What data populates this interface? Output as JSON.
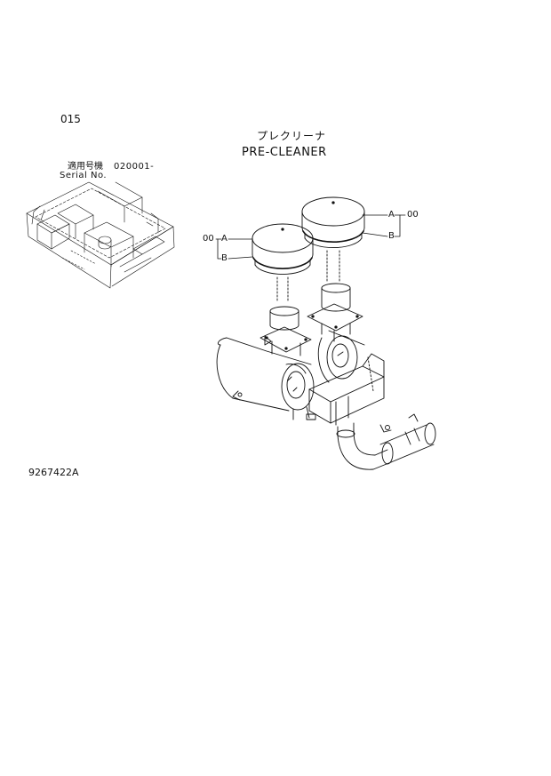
{
  "page": {
    "number": "015",
    "title_jp": "プレクリーナ",
    "title_en": "PRE-CLEANER",
    "serial_label_jp": "適用号機",
    "serial_value": "020001-",
    "serial_label_en": "Serial No.",
    "doc_code": "9267422A"
  },
  "callouts": [
    {
      "qty": "00",
      "a": "A",
      "b": "B"
    },
    {
      "qty": "00",
      "a": "A",
      "b": "B"
    }
  ],
  "colors": {
    "ink": "#111111",
    "background": "#ffffff"
  }
}
